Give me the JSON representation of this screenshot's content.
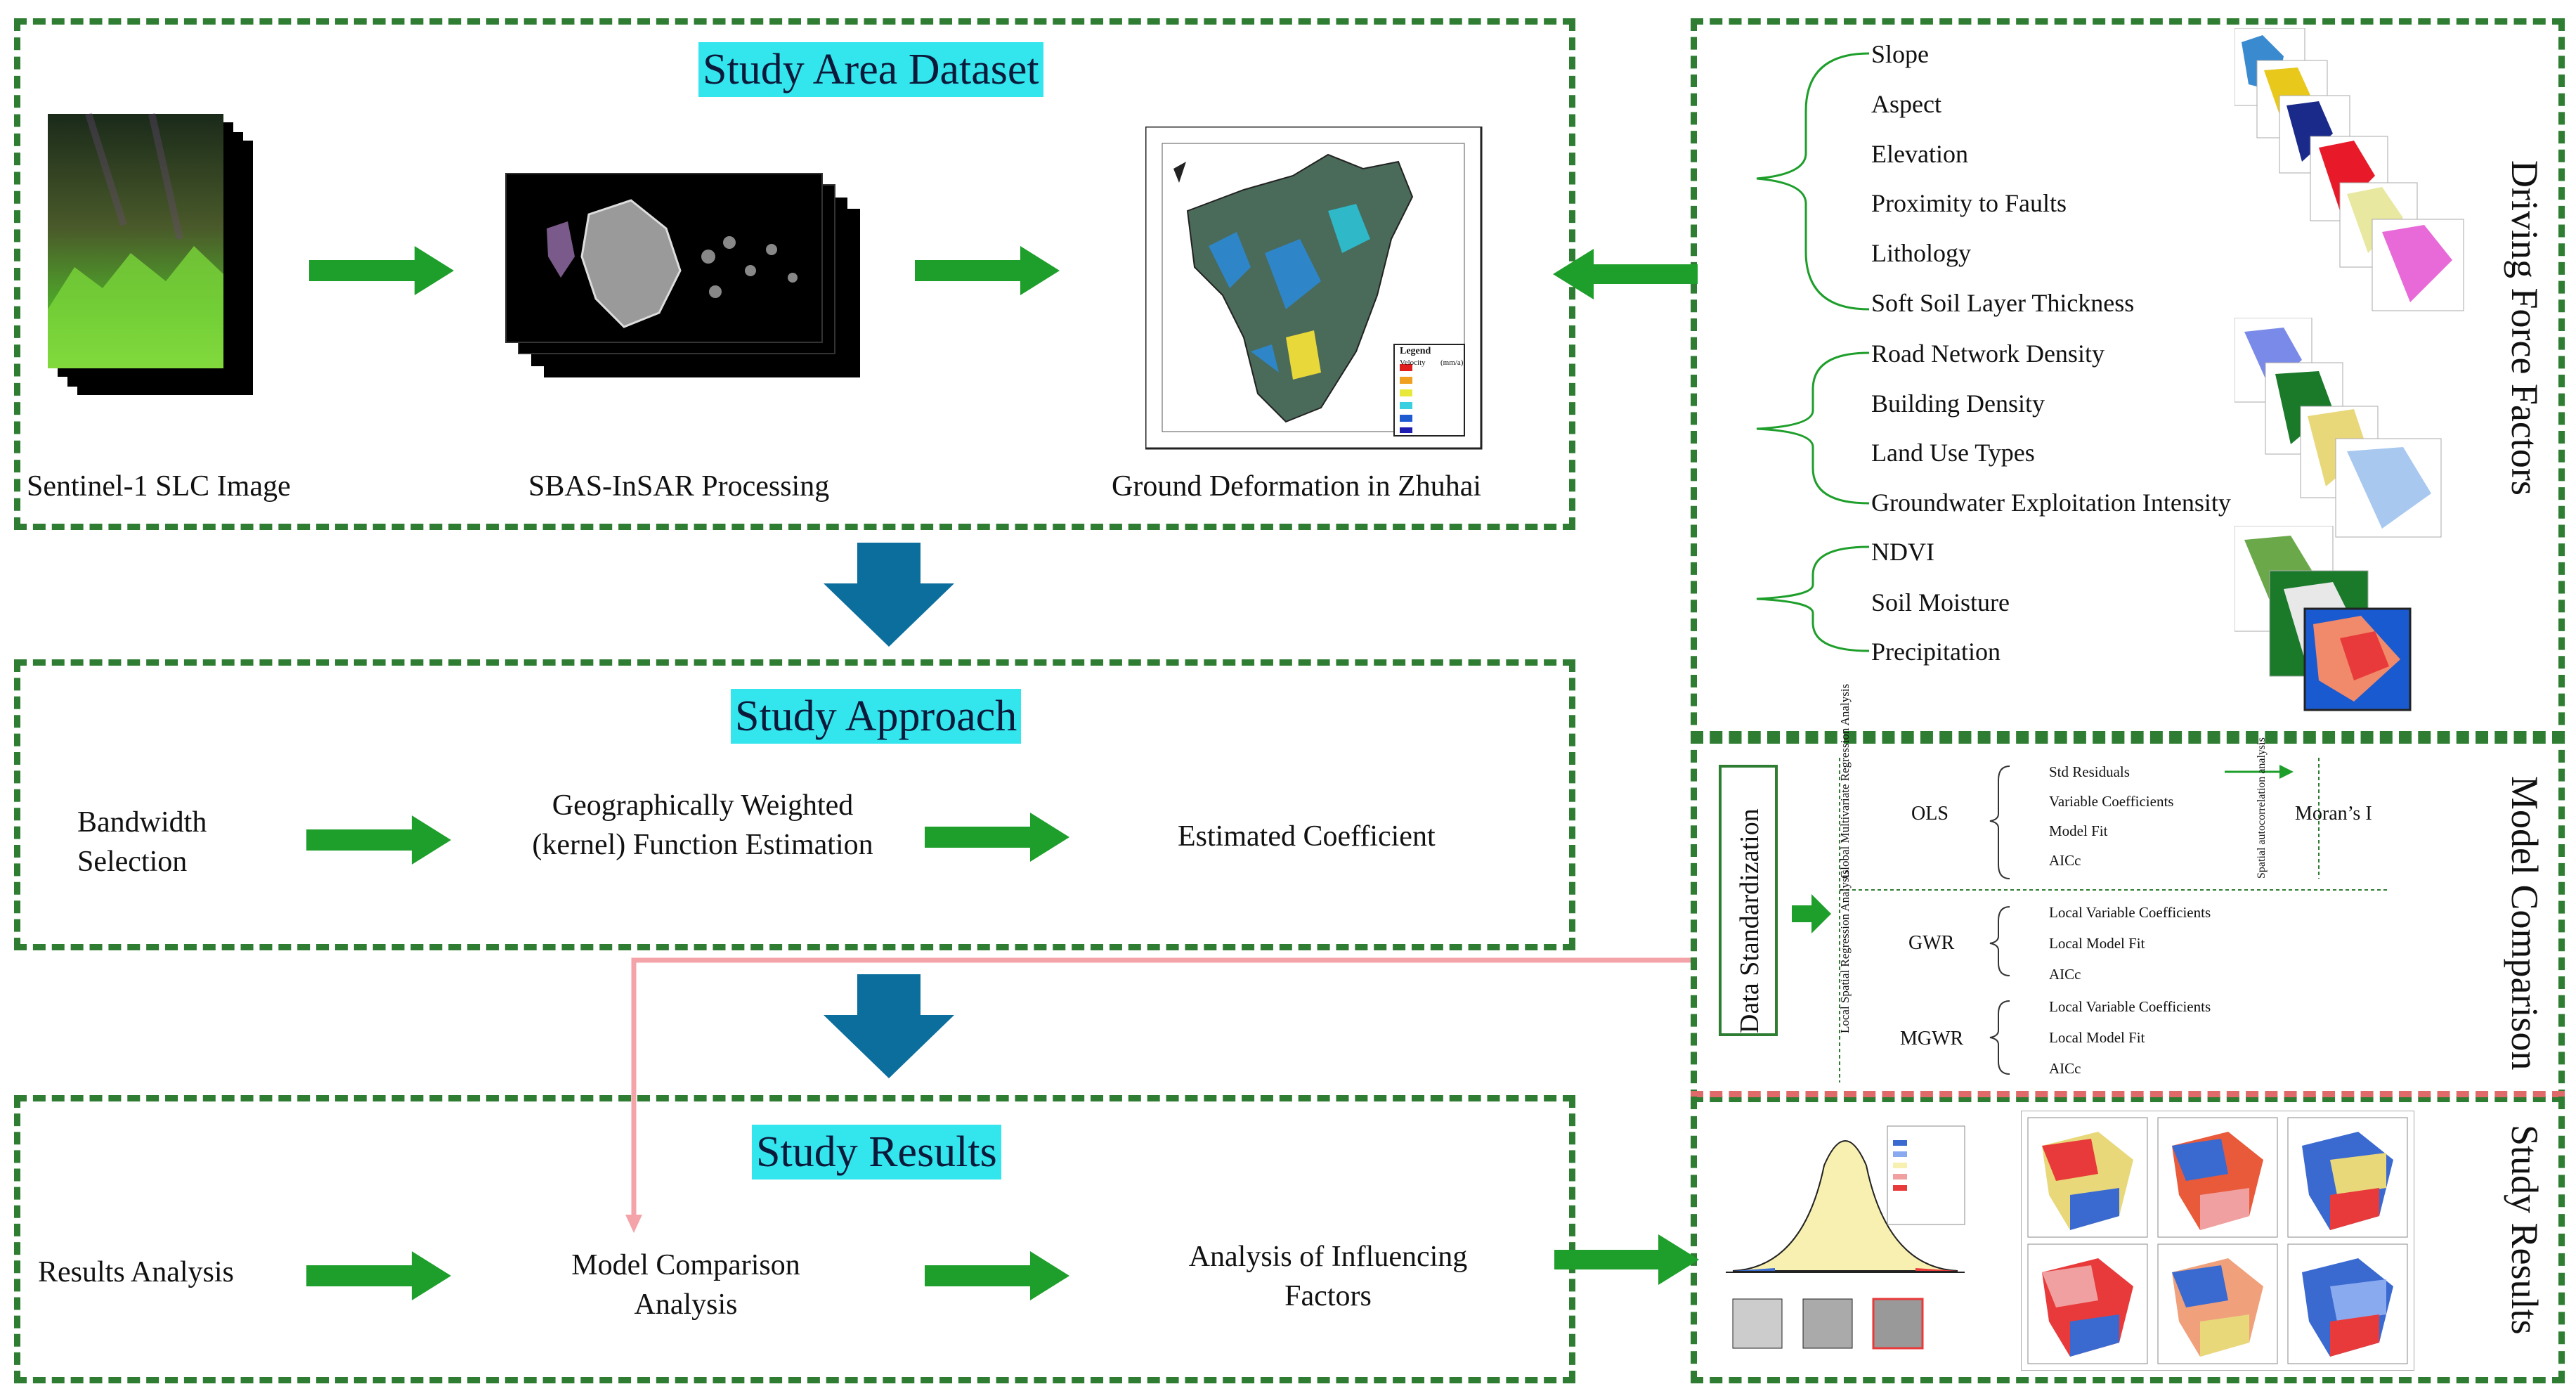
{
  "dataset": {
    "title": "Study Area Dataset",
    "items": [
      "Sentinel-1 SLC Image",
      "SBAS-InSAR Processing",
      "Ground Deformation in Zhuhai"
    ],
    "legend": {
      "title": "Legend",
      "velocity": "Velocity",
      "unit": "(mm/a)"
    }
  },
  "approach": {
    "title": "Study Approach",
    "step1": "Bandwidth Selection",
    "step2": "Geographically Weighted (kernel) Function Estimation",
    "step3": "Estimated Coefficient"
  },
  "results": {
    "title": "Study Results",
    "step1": "Results Analysis",
    "step2": "Model Comparison Analysis",
    "step3": "Analysis of Influencing Factors"
  },
  "driving": {
    "title": "Driving Force Factors",
    "group1": [
      "Slope",
      "Aspect",
      "Elevation",
      "Proximity to Faults",
      "Lithology",
      "Soft Soil Layer Thickness"
    ],
    "group2": [
      "Road Network Density",
      "Building Density",
      "Land Use Types",
      "Groundwater Exploitation Intensity"
    ],
    "group3": [
      "NDVI",
      "Soil Moisture",
      "Precipitation"
    ]
  },
  "model": {
    "title": "Model Comparison",
    "standardization": "Data Standardization",
    "global_label": "Global Multivariate Regression Analysis",
    "local_label": "Local Spatial Regression Analysis",
    "spatial_label": "Spatial autocorrelation analysis",
    "ols": {
      "name": "OLS",
      "items": [
        "Std Residuals",
        "Variable Coefficients",
        "Model Fit",
        "AICc"
      ]
    },
    "morans": "Moran’s I",
    "gwr": {
      "name": "GWR",
      "items": [
        "Local Variable Coefficients",
        "Local Model Fit",
        "AICc"
      ]
    },
    "mgwr": {
      "name": "MGWR",
      "items": [
        "Local Variable Coefficients",
        "Local Model Fit",
        "AICc"
      ]
    }
  },
  "study_results_right": {
    "title": "Study Results"
  },
  "colors": {
    "green": "#2e7d32",
    "arrow_green": "#1e9e2a",
    "blue": "#0b6e9c",
    "cyan": "#33e6ee",
    "pink": "#f4a3a8",
    "red_dash": "#e06a6a"
  }
}
